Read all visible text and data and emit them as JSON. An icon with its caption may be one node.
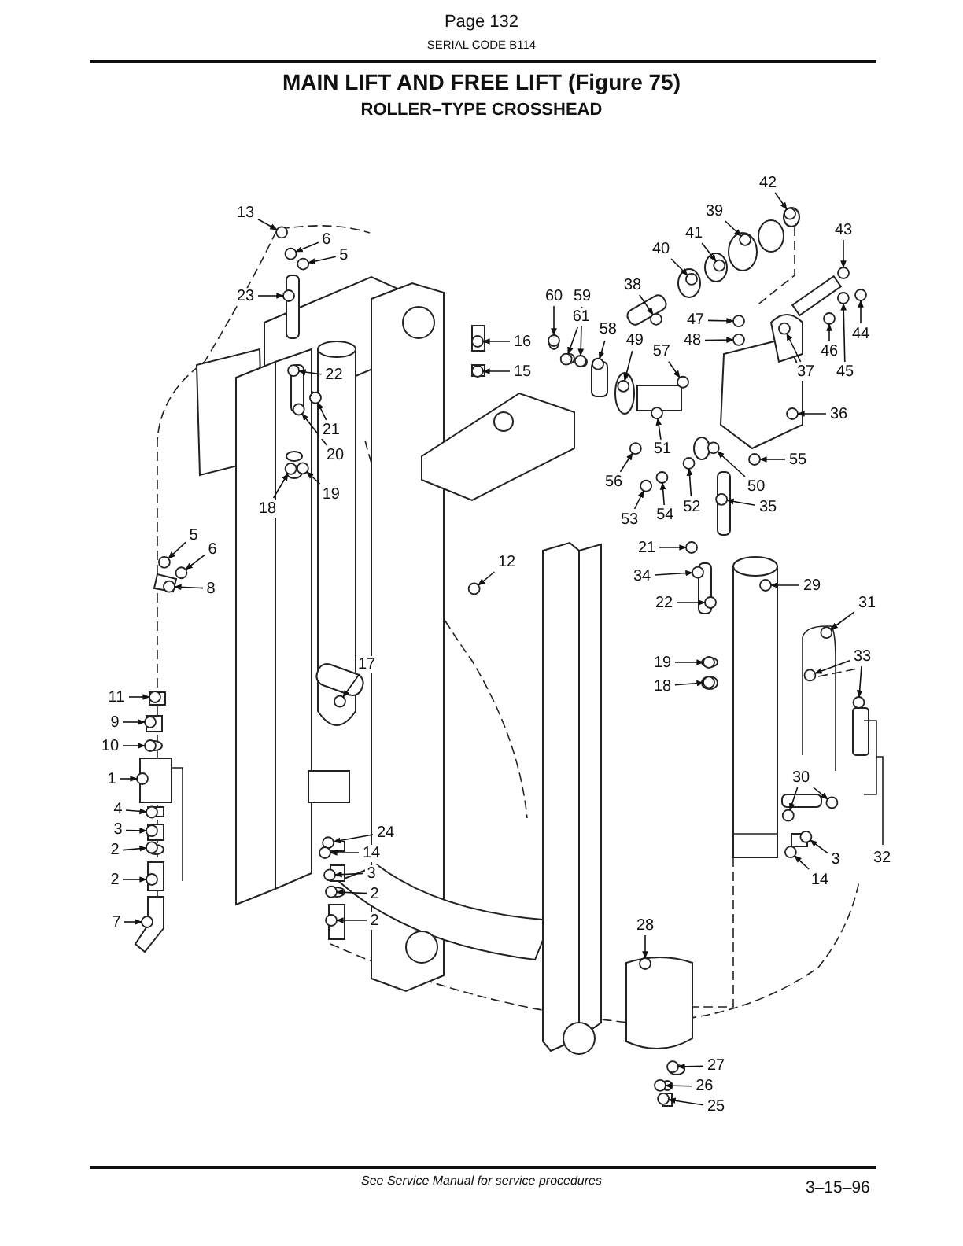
{
  "diagram": {
    "title": "MAIN LIFT AND FREE LIFT (Figure 75)",
    "nodes": [
      {
        "text": [
          "13"
        ]
      },
      {
        "text": [
          "6"
        ]
      },
      {
        "text": [
          "5"
        ]
      },
      {
        "text": [
          "42"
        ]
      },
      {
        "text": [
          "43"
        ]
      },
      {
        "text": [
          "39"
        ]
      },
      {
        "text": [
          "41"
        ]
      },
      {
        "text": [
          "40"
        ]
      },
      {
        "text": [
          "38"
        ]
      },
      {
        "text": [
          "60"
        ]
      },
      {
        "text": [
          "23"
        ]
      },
      {
        "text": [
          "59"
        ]
      },
      {
        "text": [
          "47"
        ]
      },
      {
        "text": [
          "61"
        ]
      },
      {
        "text": [
          "58"
        ]
      },
      {
        "text": [
          "49"
        ]
      },
      {
        "text": [
          "44"
        ]
      },
      {
        "text": [
          "48"
        ]
      },
      {
        "text": [
          "16"
        ]
      },
      {
        "text": [
          "46"
        ]
      },
      {
        "text": [
          "57"
        ]
      },
      {
        "text": [
          "45"
        ]
      },
      {
        "text": [
          "37"
        ]
      },
      {
        "text": [
          "15"
        ]
      },
      {
        "text": [
          "22"
        ]
      },
      {
        "text": [
          "36"
        ]
      },
      {
        "text": [
          "21"
        ]
      },
      {
        "text": [
          "51"
        ]
      },
      {
        "text": [
          "55"
        ]
      },
      {
        "text": [
          "20"
        ]
      },
      {
        "text": [
          "56"
        ]
      },
      {
        "text": [
          "50"
        ]
      },
      {
        "text": [
          "19"
        ]
      },
      {
        "text": [
          "35"
        ]
      },
      {
        "text": [
          "52"
        ]
      },
      {
        "text": [
          "18"
        ]
      },
      {
        "text": [
          "54"
        ]
      },
      {
        "text": [
          "53"
        ]
      },
      {
        "text": [
          "5"
        ]
      },
      {
        "text": [
          "6"
        ]
      },
      {
        "text": [
          "21"
        ]
      },
      {
        "text": [
          "12"
        ]
      },
      {
        "text": [
          "34"
        ]
      },
      {
        "text": [
          "29"
        ]
      },
      {
        "text": [
          "8"
        ]
      },
      {
        "text": [
          "22"
        ]
      },
      {
        "text": [
          "31"
        ]
      },
      {
        "text": [
          "33"
        ]
      },
      {
        "text": [
          "19"
        ]
      },
      {
        "text": [
          "17"
        ]
      },
      {
        "text": [
          "18"
        ]
      },
      {
        "text": [
          "11"
        ]
      },
      {
        "text": [
          "9"
        ]
      },
      {
        "text": [
          "10"
        ]
      },
      {
        "text": [
          "30"
        ]
      },
      {
        "text": [
          "1"
        ]
      },
      {
        "text": [
          "4"
        ]
      },
      {
        "text": [
          "3"
        ]
      },
      {
        "text": [
          "24"
        ]
      },
      {
        "text": [
          "2"
        ]
      },
      {
        "text": [
          "14"
        ]
      },
      {
        "text": [
          "3"
        ]
      },
      {
        "text": [
          "3"
        ]
      },
      {
        "text": [
          "14"
        ]
      },
      {
        "text": [
          "2"
        ]
      },
      {
        "text": [
          "2"
        ]
      },
      {
        "text": [
          "7"
        ]
      },
      {
        "text": [
          "2"
        ]
      },
      {
        "text": [
          "28"
        ]
      },
      {
        "text": [
          "27"
        ]
      },
      {
        "text": [
          "26"
        ]
      },
      {
        "text": [
          "25"
        ]
      },
      {
        "text": [],
        "shape": "circle"
      },
      {
        "text": [],
        "shape": "circle"
      },
      {
        "text": [],
        "shape": "circle"
      },
      {
        "text": [],
        "shape": "circle"
      },
      {
        "text": [],
        "shape": "circle"
      },
      {
        "text": [],
        "shape": "circle"
      },
      {
        "text": [],
        "shape": "circle"
      },
      {
        "text": [],
        "shape": "circle"
      },
      {
        "text": [],
        "shape": "circle"
      },
      {
        "text": [],
        "shape": "circle"
      },
      {
        "text": [],
        "shape": "circle"
      },
      {
        "text": [],
        "shape": "circle"
      },
      {
        "text": [],
        "shape": "circle"
      },
      {
        "text": [],
        "shape": "circle"
      },
      {
        "text": [],
        "shape": "circle"
      },
      {
        "text": [],
        "shape": "circle"
      },
      {
        "text": [],
        "shape": "circle"
      },
      {
        "text": [],
        "shape": "circle"
      },
      {
        "text": [],
        "shape": "circle"
      },
      {
        "text": [],
        "shape": "circle"
      },
      {
        "text": [],
        "shape": "circle"
      },
      {
        "text": [],
        "shape": "circle"
      },
      {
        "text": [],
        "shape": "circle"
      },
      {
        "text": [],
        "shape": "circle"
      },
      {
        "text": [],
        "shape": "circle"
      },
      {
        "text": [],
        "shape": "circle"
      },
      {
        "text": [],
        "shape": "circle"
      },
      {
        "text": [],
        "shape": "circle"
      },
      {
        "text": [],
        "shape": "circle"
      },
      {
        "text": [],
        "shape": "circle"
      },
      {
        "text": [],
        "shape": "circle"
      },
      {
        "text": [],
        "shape": "circle"
      },
      {
        "text": [],
        "shape": "circle"
      },
      {
        "text": [],
        "shape": "circle"
      },
      {
        "text": [],
        "shape": "circle"
      },
      {
        "text": [],
        "shape": "circle"
      },
      {
        "text": [],
        "shape": "circle"
      },
      {
        "text": [],
        "shape": "circle"
      },
      {
        "text": [],
        "shape": "circle"
      },
      {
        "text": [],
        "shape": "circle"
      },
      {
        "text": [],
        "shape": "circle"
      },
      {
        "text": [],
        "shape": "circle"
      },
      {
        "text": [],
        "shape": "circle"
      },
      {
        "text": [],
        "shape": "circle"
      },
      {
        "text": [],
        "shape": "circle"
      },
      {
        "text": [],
        "shape": "circle"
      },
      {
        "text": [],
        "shape": "circle"
      },
      {
        "text": [],
        "shape": "circle"
      },
      {
        "text": [],
        "shape": "circle"
      },
      {
        "text": [],
        "shape": "circle"
      },
      {
        "text": [],
        "shape": "circle"
      },
      {
        "text": [],
        "shape": "circle"
      },
      {
        "text": [],
        "shape": "circle"
      },
      {
        "text": [],
        "shape": "circle"
      },
      {
        "text": [],
        "shape": "circle"
      },
      {
        "text": [],
        "shape": "circle"
      },
      {
        "text": [],
        "shape": "circle"
      },
      {
        "text": [],
        "shape": "circle"
      },
      {
        "text": [],
        "shape": "circle"
      },
      {
        "text": [],
        "shape": "circle"
      },
      {
        "text": [],
        "shape": "circle"
      },
      {
        "text": [],
        "shape": "circle"
      },
      {
        "text": [],
        "shape": "circle"
      },
      {
        "text": [],
        "shape": "circle"
      },
      {
        "text": [],
        "shape": "circle"
      },
      {
        "text": [],
        "shape": "circle"
      },
      {
        "text": [],
        "shape": "circle"
      },
      {
        "text": [],
        "shape": "circle"
      },
      {
        "text": [],
        "shape": "circle"
      },
      {
        "text": [],
        "shape": "circle"
      },
      {
        "text": [],
        "shape": "circle"
      },
      {
        "text": [],
        "shape": "circle"
      },
      {
        "text": [],
        "shape": "circle"
      },
      {
        "text": [],
        "shape": "circle"
      }
    ],
    "edges": [
      {
        "from": 0,
        "to": 72,
        "arrow": "to"
      },
      {
        "from": 1,
        "to": 73,
        "arrow": "to"
      },
      {
        "from": 2,
        "to": 74,
        "arrow": "to"
      },
      {
        "from": 3,
        "to": 75,
        "arrow": "to"
      },
      {
        "from": 4,
        "to": 76,
        "arrow": "to"
      },
      {
        "from": 5,
        "to": 77,
        "arrow": "to"
      },
      {
        "from": 6,
        "to": 78,
        "arrow": "to"
      },
      {
        "from": 7,
        "to": 79,
        "arrow": "to"
      },
      {
        "from": 8,
        "to": 80,
        "arrow": "to"
      },
      {
        "from": 9,
        "to": 81,
        "arrow": "to"
      },
      {
        "from": 10,
        "to": 82,
        "arrow": "to"
      },
      {
        "from": 11,
        "to": 83,
        "arrow": "to"
      },
      {
        "from": 12,
        "to": 84,
        "arrow": "to"
      },
      {
        "from": 13,
        "to": 85,
        "arrow": "to"
      },
      {
        "from": 14,
        "to": 86,
        "arrow": "to"
      },
      {
        "from": 15,
        "to": 87,
        "arrow": "to"
      },
      {
        "from": 16,
        "to": 88,
        "arrow": "to"
      },
      {
        "from": 17,
        "to": 89,
        "arrow": "to"
      },
      {
        "from": 18,
        "to": 90,
        "arrow": "to"
      },
      {
        "from": 19,
        "to": 91,
        "arrow": "to"
      },
      {
        "from": 20,
        "to": 92,
        "arrow": "to"
      },
      {
        "from": 21,
        "to": 93,
        "arrow": "to"
      },
      {
        "from": 22,
        "to": 94,
        "arrow": "to"
      },
      {
        "from": 23,
        "to": 95,
        "arrow": "to"
      },
      {
        "from": 24,
        "to": 96,
        "arrow": "to"
      },
      {
        "from": 25,
        "to": 97,
        "arrow": "to"
      },
      {
        "from": 26,
        "to": 98,
        "arrow": "to"
      },
      {
        "from": 27,
        "to": 99,
        "arrow": "to"
      },
      {
        "from": 28,
        "to": 100,
        "arrow": "to"
      },
      {
        "from": 29,
        "to": 101,
        "arrow": "to"
      },
      {
        "from": 30,
        "to": 102,
        "arrow": "to"
      },
      {
        "from": 31,
        "to": 103,
        "arrow": "to"
      },
      {
        "from": 32,
        "to": 104,
        "arrow": "to"
      },
      {
        "from": 33,
        "to": 105,
        "arrow": "to"
      },
      {
        "from": 34,
        "to": 106,
        "arrow": "to"
      },
      {
        "from": 35,
        "to": 107,
        "arrow": "to"
      },
      {
        "from": 36,
        "to": 108,
        "arrow": "to"
      },
      {
        "from": 37,
        "to": 109,
        "arrow": "to"
      },
      {
        "from": 38,
        "to": 110,
        "arrow": "to"
      },
      {
        "from": 39,
        "to": 111,
        "arrow": "to"
      },
      {
        "from": 40,
        "to": 112,
        "arrow": "to"
      },
      {
        "from": 41,
        "to": 113,
        "arrow": "to"
      },
      {
        "from": 42,
        "to": 114,
        "arrow": "to"
      },
      {
        "from": 43,
        "to": 115,
        "arrow": "to"
      },
      {
        "from": 44,
        "to": 116,
        "arrow": "to"
      },
      {
        "from": 45,
        "to": 117,
        "arrow": "to"
      },
      {
        "from": 46,
        "to": 118,
        "arrow": "to"
      },
      {
        "from": 47,
        "to": 119,
        "arrow": "to"
      },
      {
        "from": 47,
        "to": 120,
        "arrow": "to"
      },
      {
        "from": 48,
        "to": 121,
        "arrow": "to"
      },
      {
        "from": 49,
        "to": 122,
        "arrow": "to"
      },
      {
        "from": 50,
        "to": 123,
        "arrow": "to"
      },
      {
        "from": 51,
        "to": 124,
        "arrow": "to"
      },
      {
        "from": 52,
        "to": 125,
        "arrow": "to"
      },
      {
        "from": 53,
        "to": 126,
        "arrow": "to"
      },
      {
        "from": 54,
        "to": 127,
        "arrow": "to"
      },
      {
        "from": 54,
        "to": 128,
        "arrow": "to"
      },
      {
        "from": 55,
        "to": 129,
        "arrow": "to"
      },
      {
        "from": 56,
        "to": 130,
        "arrow": "to"
      },
      {
        "from": 57,
        "to": 131,
        "arrow": "to"
      },
      {
        "from": 58,
        "to": 132,
        "arrow": "to"
      },
      {
        "from": 59,
        "to": 133,
        "arrow": "to"
      },
      {
        "from": 60,
        "to": 134,
        "arrow": "to"
      },
      {
        "from": 61,
        "to": 135,
        "arrow": "to"
      },
      {
        "from": 62,
        "to": 136,
        "arrow": "to"
      },
      {
        "from": 63,
        "to": 137,
        "arrow": "to"
      },
      {
        "from": 64,
        "to": 138,
        "arrow": "to"
      },
      {
        "from": 65,
        "to": 139,
        "arrow": "to"
      },
      {
        "from": 66,
        "to": 140,
        "arrow": "to"
      },
      {
        "from": 67,
        "to": 141,
        "arrow": "to"
      },
      {
        "from": 68,
        "to": 142,
        "arrow": "to"
      },
      {
        "from": 69,
        "to": 143,
        "arrow": "to"
      },
      {
        "from": 70,
        "to": 144,
        "arrow": "to"
      },
      {
        "from": 71,
        "to": 145,
        "arrow": "to"
      }
    ],
    "labels": [
      "Page 132",
      "SERIAL CODE B114",
      "ROLLER–TYPE CROSSHEAD",
      "32",
      "See Service Manual for service procedures",
      "3–15–96"
    ]
  }
}
